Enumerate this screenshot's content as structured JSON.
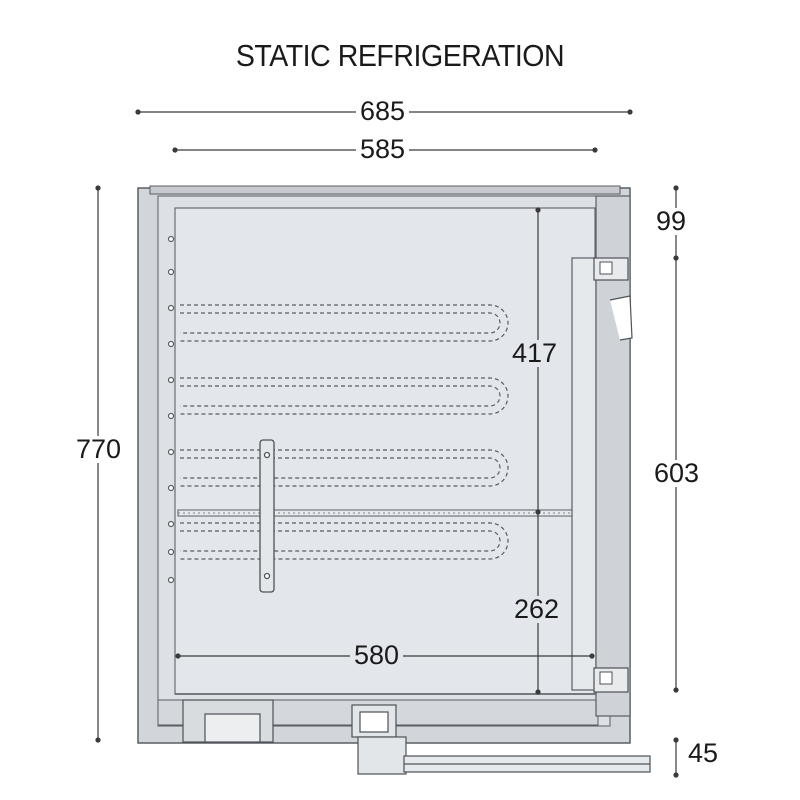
{
  "title": "STATIC REFRIGERATION",
  "dimensions": {
    "overall_width": "685",
    "inner_width": "585",
    "total_height": "770",
    "top_offset": "99",
    "door_height": "603",
    "upper_shelf_height": "417",
    "lower_shelf_height": "262",
    "shelf_width": "580",
    "base_height": "45"
  },
  "colors": {
    "cabinet_wall": "#d2d6da",
    "interior": "#e3e7ec",
    "outline": "#5a5e63",
    "dimension_line": "#3a3a3a"
  }
}
